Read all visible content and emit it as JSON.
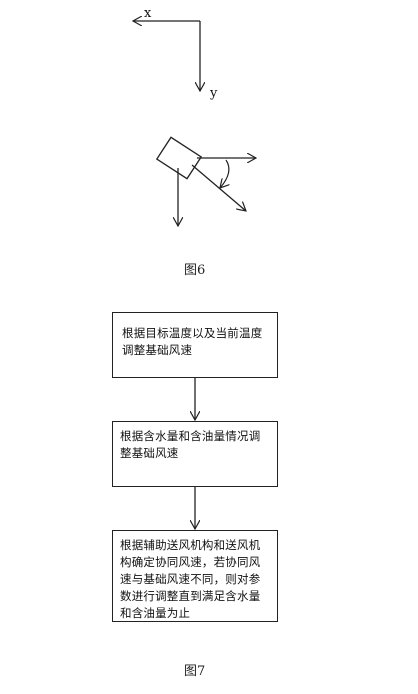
{
  "figure6": {
    "axis_x_label": "x",
    "axis_y_label": "y",
    "caption": "图6"
  },
  "figure7": {
    "caption": "图7",
    "steps": [
      "根据目标温度以及当前温度调整基础风速",
      "根据含水量和含油量情况调整基础风速",
      "根据辅助送风机构和送风机构确定协同风速，若协同风速与基础风速不同，则对参数进行调整直到满足含水量和含油量为止"
    ]
  }
}
